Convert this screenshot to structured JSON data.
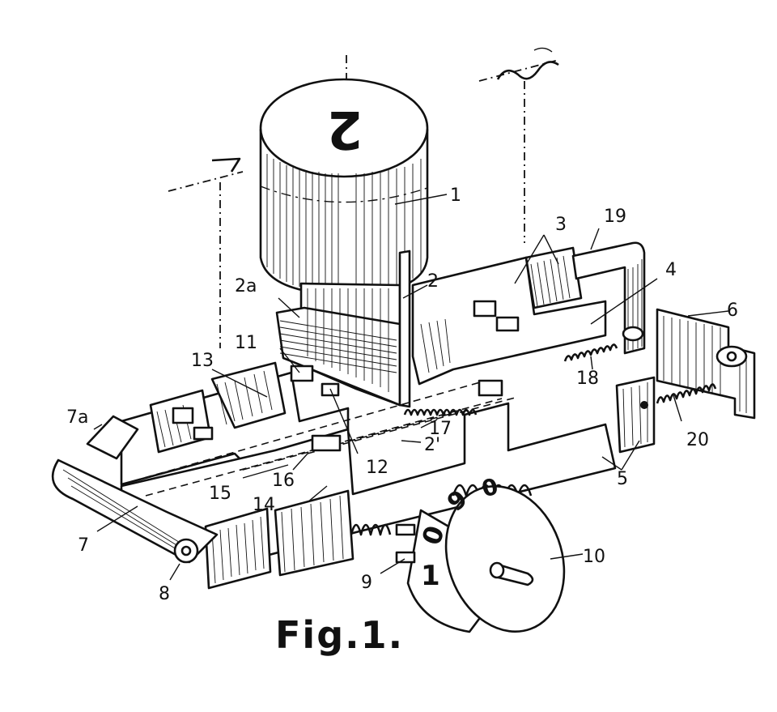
{
  "figure": {
    "caption": "Fig.1.",
    "cylinder_symbol": "2",
    "wheel_digits": [
      "1",
      "0",
      "9",
      "0"
    ]
  },
  "labels": [
    {
      "id": "1",
      "text": "1"
    },
    {
      "id": "2",
      "text": "2"
    },
    {
      "id": "2a",
      "text": "2a"
    },
    {
      "id": "2prime",
      "text": "2'"
    },
    {
      "id": "3",
      "text": "3"
    },
    {
      "id": "4",
      "text": "4"
    },
    {
      "id": "5",
      "text": "5"
    },
    {
      "id": "6",
      "text": "6"
    },
    {
      "id": "7",
      "text": "7"
    },
    {
      "id": "7a",
      "text": "7a"
    },
    {
      "id": "8",
      "text": "8"
    },
    {
      "id": "9",
      "text": "9"
    },
    {
      "id": "10",
      "text": "10"
    },
    {
      "id": "11",
      "text": "11"
    },
    {
      "id": "12",
      "text": "12"
    },
    {
      "id": "13",
      "text": "13"
    },
    {
      "id": "14",
      "text": "14"
    },
    {
      "id": "15",
      "text": "15"
    },
    {
      "id": "16",
      "text": "16"
    },
    {
      "id": "17",
      "text": "17"
    },
    {
      "id": "18",
      "text": "18"
    },
    {
      "id": "19",
      "text": "19"
    },
    {
      "id": "20",
      "text": "20"
    }
  ]
}
